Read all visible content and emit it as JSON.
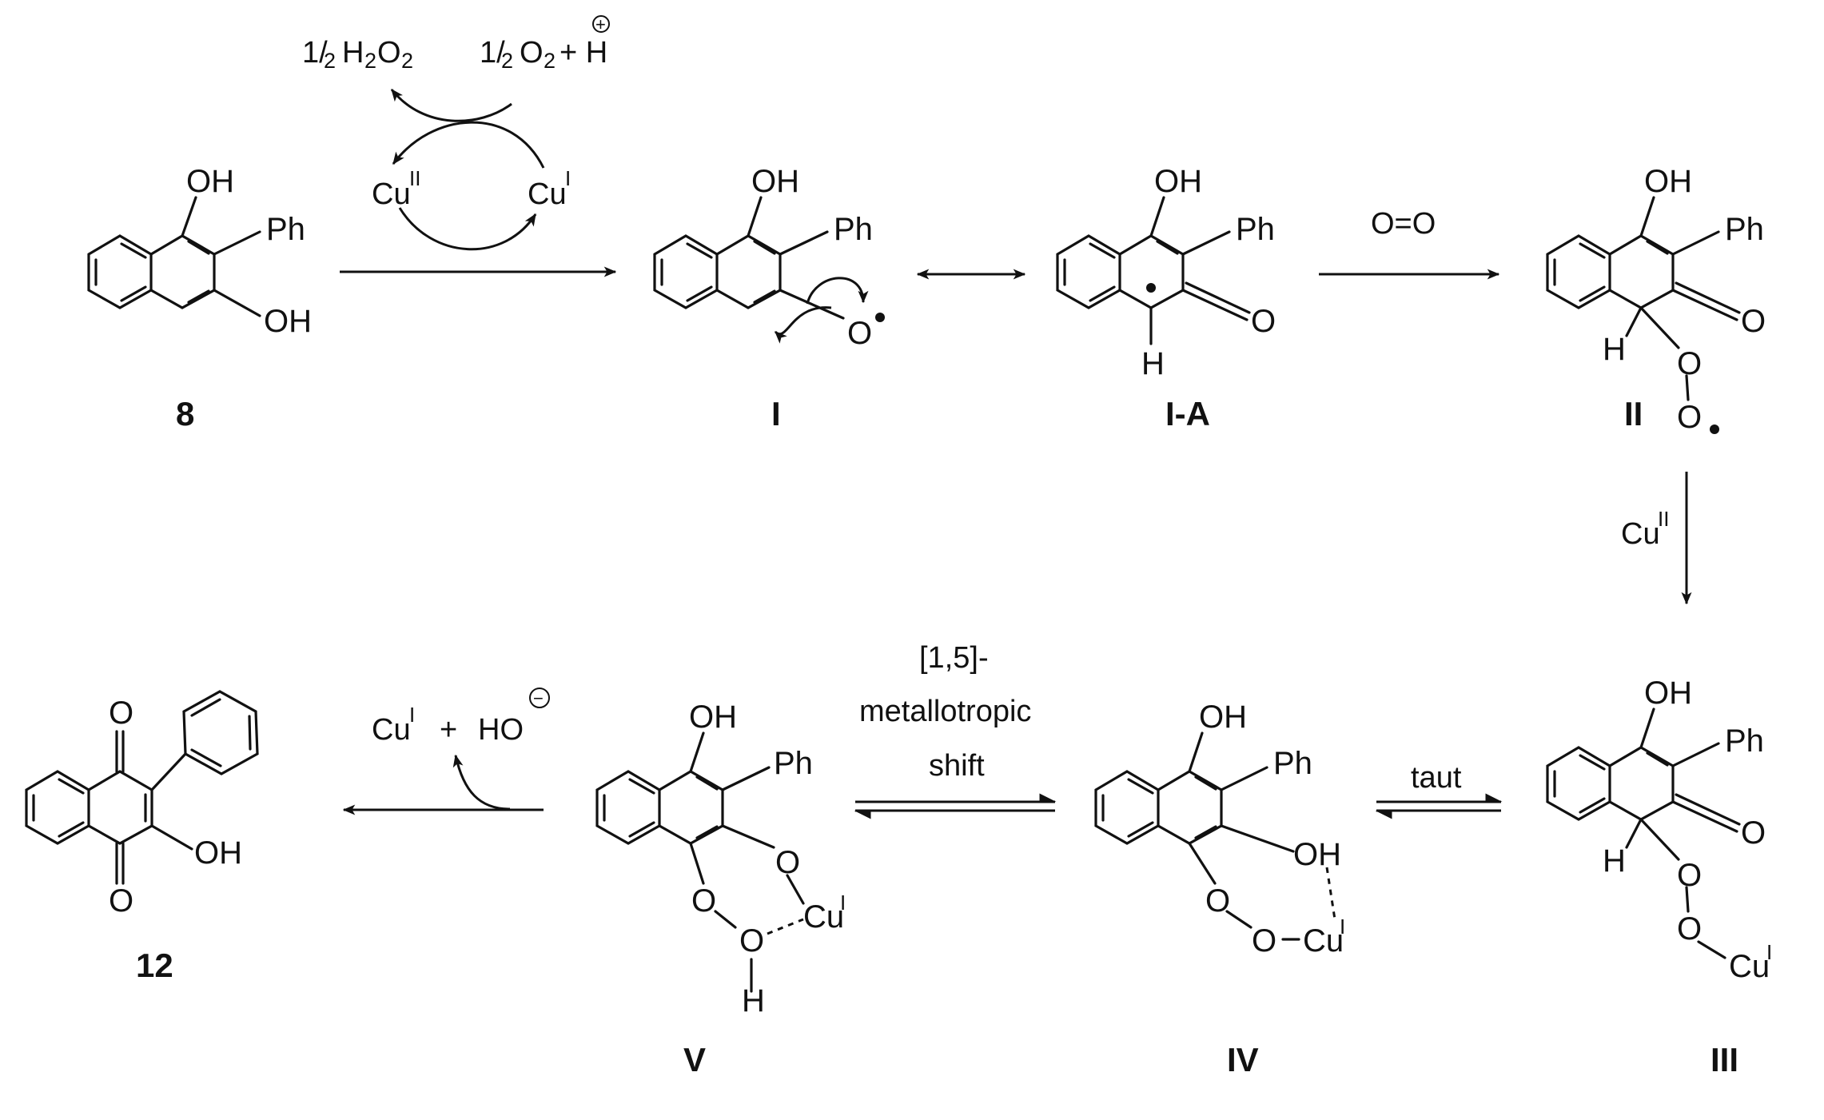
{
  "labels": {
    "c8": "8",
    "cI": "I",
    "cIA": "I-A",
    "cII": "II",
    "cIII": "III",
    "cIV": "IV",
    "cV": "V",
    "c12": "12"
  },
  "atoms": {
    "OH": "OH",
    "Ph": "Ph",
    "O": "O",
    "H": "H",
    "Cu": "Cu",
    "HO": "HO"
  },
  "reagents": {
    "half": "1/",
    "two": "2",
    "h2o2_H": "H",
    "o2_O": "O",
    "plus_H": "+ H",
    "cu2_sup": "II",
    "cu1_sup": "I",
    "o2_double": "O=O",
    "plus": "+",
    "shift_line1": "[1,5]-",
    "shift_line2": "metallotropic",
    "shift_line3": "shift",
    "taut": "taut",
    "charge_plus": "+",
    "charge_minus": "−"
  }
}
